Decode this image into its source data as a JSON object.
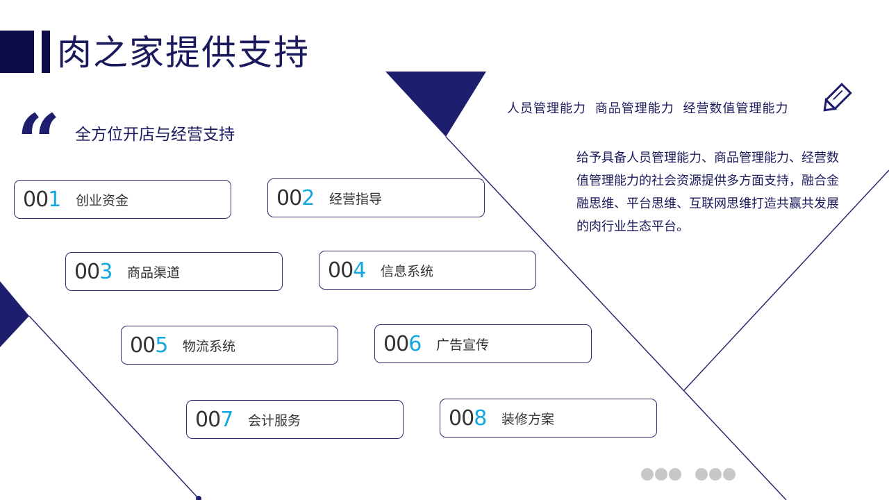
{
  "title": "肉之家提供支持",
  "subtitle": "全方位开店与经营支持",
  "capabilities": "人员管理能力 商品管理能力 经营数值管理能力",
  "description": "给予具备人员管理能力、商品管理能力、经营数值管理能力的社会资源提供多方面支持，融合金融思维、平台思维、互联网思维打造共赢共发展的肉行业生态平台。",
  "colors": {
    "navy": "#1e1e6e",
    "accent": "#12a7e0"
  },
  "items": [
    {
      "prefix": "00",
      "digit": "1",
      "label": "创业资金"
    },
    {
      "prefix": "00",
      "digit": "2",
      "label": "经营指导"
    },
    {
      "prefix": "00",
      "digit": "3",
      "label": "商品渠道"
    },
    {
      "prefix": "00",
      "digit": "4",
      "label": "信息系统"
    },
    {
      "prefix": "00",
      "digit": "5",
      "label": "物流系统"
    },
    {
      "prefix": "00",
      "digit": "6",
      "label": "广告宣传"
    },
    {
      "prefix": "00",
      "digit": "7",
      "label": "会计服务"
    },
    {
      "prefix": "00",
      "digit": "8",
      "label": "装修方案"
    }
  ]
}
